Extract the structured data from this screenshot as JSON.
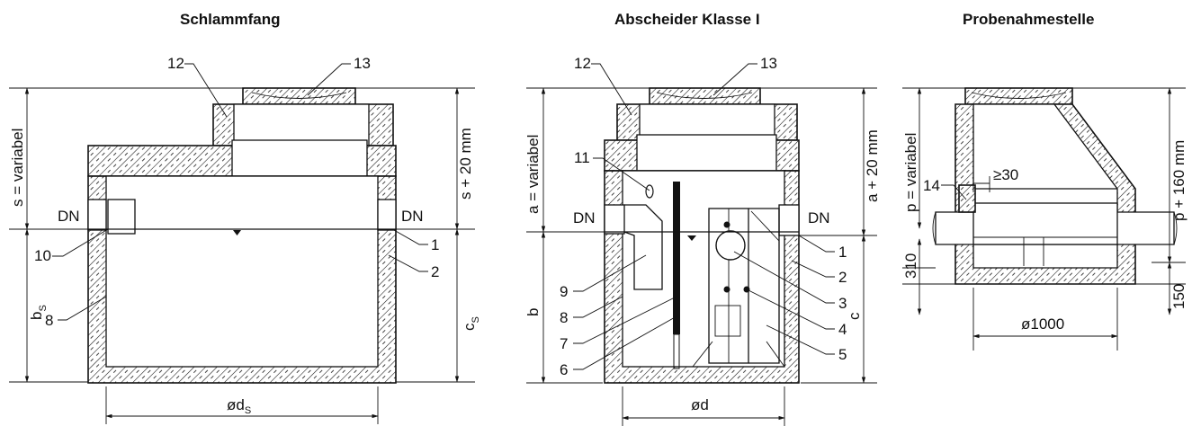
{
  "titles": {
    "sludge_trap": "Schlammfang",
    "separator": "Abscheider Klasse I",
    "sampling_point": "Probenahmestelle"
  },
  "sludge_trap": {
    "dim_height_top": "s = variabel",
    "dim_height_top_right": "s + 20 mm",
    "dn_left": "DN",
    "dn_right": "DN",
    "dim_bs": "b",
    "dim_bs_sub": "S",
    "dim_cs": "c",
    "dim_cs_sub": "S",
    "dim_diameter": "ød",
    "dim_diameter_sub": "S",
    "callouts": [
      "12",
      "13",
      "10",
      "8",
      "1",
      "2"
    ]
  },
  "separator": {
    "dim_height_top": "a = variabel",
    "dim_height_top_right": "a + 20 mm",
    "dn_left": "DN",
    "dn_right": "DN",
    "dim_b": "b",
    "dim_c": "c",
    "dim_diameter": "ød",
    "callouts": [
      "12",
      "13",
      "11",
      "9",
      "8",
      "7",
      "6",
      "1",
      "2",
      "3",
      "4",
      "5"
    ]
  },
  "sampling_point": {
    "dim_height_top": "p = variabel",
    "dim_height_top_right": "p + 160 mm",
    "min_30": "≥30",
    "callout_14": "14",
    "dim_310": "310",
    "dim_150": "150",
    "dim_diameter": "ø1000"
  }
}
